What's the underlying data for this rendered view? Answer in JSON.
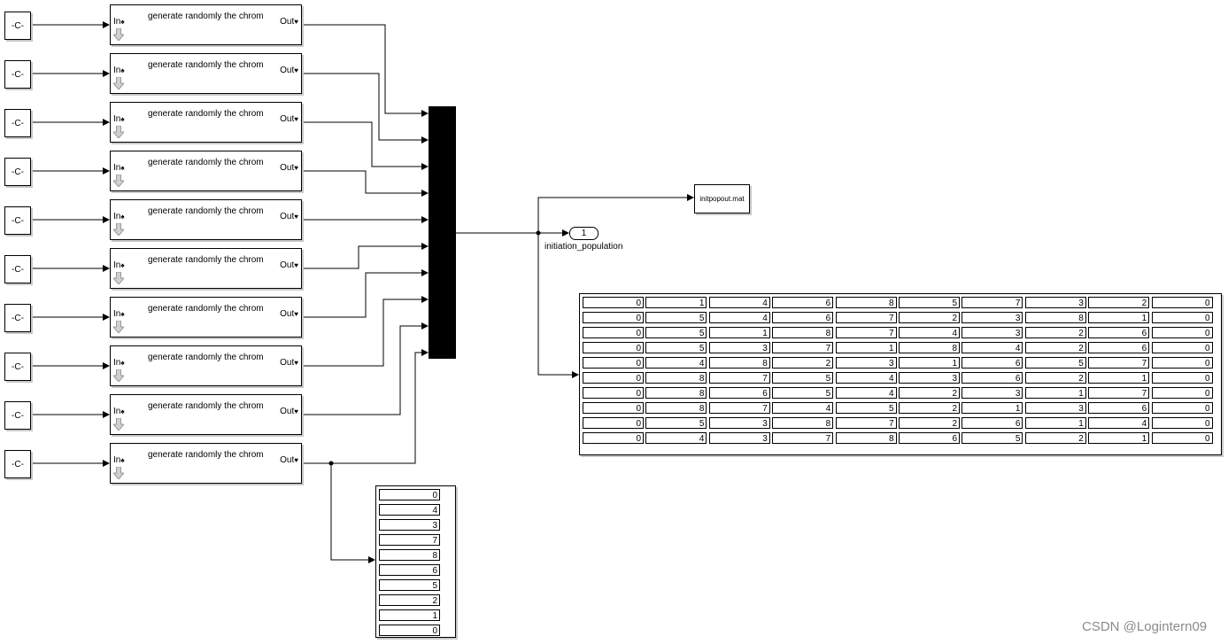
{
  "constant_label": "-C-",
  "subsystem": {
    "title": "generate randomly the chrom",
    "in_label": "In",
    "in_glyph": "♠",
    "out_label": "Out",
    "out_glyph": "♥",
    "count": 10
  },
  "to_file_label": "initpopout.mat",
  "outport": {
    "number": "1",
    "name": "initiation_population"
  },
  "display_matrix": [
    [
      "0",
      "1",
      "4",
      "6",
      "8",
      "5",
      "7",
      "3",
      "2",
      "0"
    ],
    [
      "0",
      "5",
      "4",
      "6",
      "7",
      "2",
      "3",
      "8",
      "1",
      "0"
    ],
    [
      "0",
      "5",
      "1",
      "8",
      "7",
      "4",
      "3",
      "2",
      "6",
      "0"
    ],
    [
      "0",
      "5",
      "3",
      "7",
      "1",
      "8",
      "4",
      "2",
      "6",
      "0"
    ],
    [
      "0",
      "4",
      "8",
      "2",
      "3",
      "1",
      "6",
      "5",
      "7",
      "0"
    ],
    [
      "0",
      "8",
      "7",
      "5",
      "4",
      "3",
      "6",
      "2",
      "1",
      "0"
    ],
    [
      "0",
      "8",
      "6",
      "5",
      "4",
      "2",
      "3",
      "1",
      "7",
      "0"
    ],
    [
      "0",
      "8",
      "7",
      "4",
      "5",
      "2",
      "1",
      "3",
      "6",
      "0"
    ],
    [
      "0",
      "5",
      "3",
      "8",
      "7",
      "2",
      "6",
      "1",
      "4",
      "0"
    ],
    [
      "0",
      "4",
      "3",
      "7",
      "8",
      "6",
      "5",
      "2",
      "1",
      "0"
    ]
  ],
  "display_column": [
    "0",
    "4",
    "3",
    "7",
    "8",
    "6",
    "5",
    "2",
    "1",
    "0"
  ],
  "watermark": "CSDN @Logintern09"
}
